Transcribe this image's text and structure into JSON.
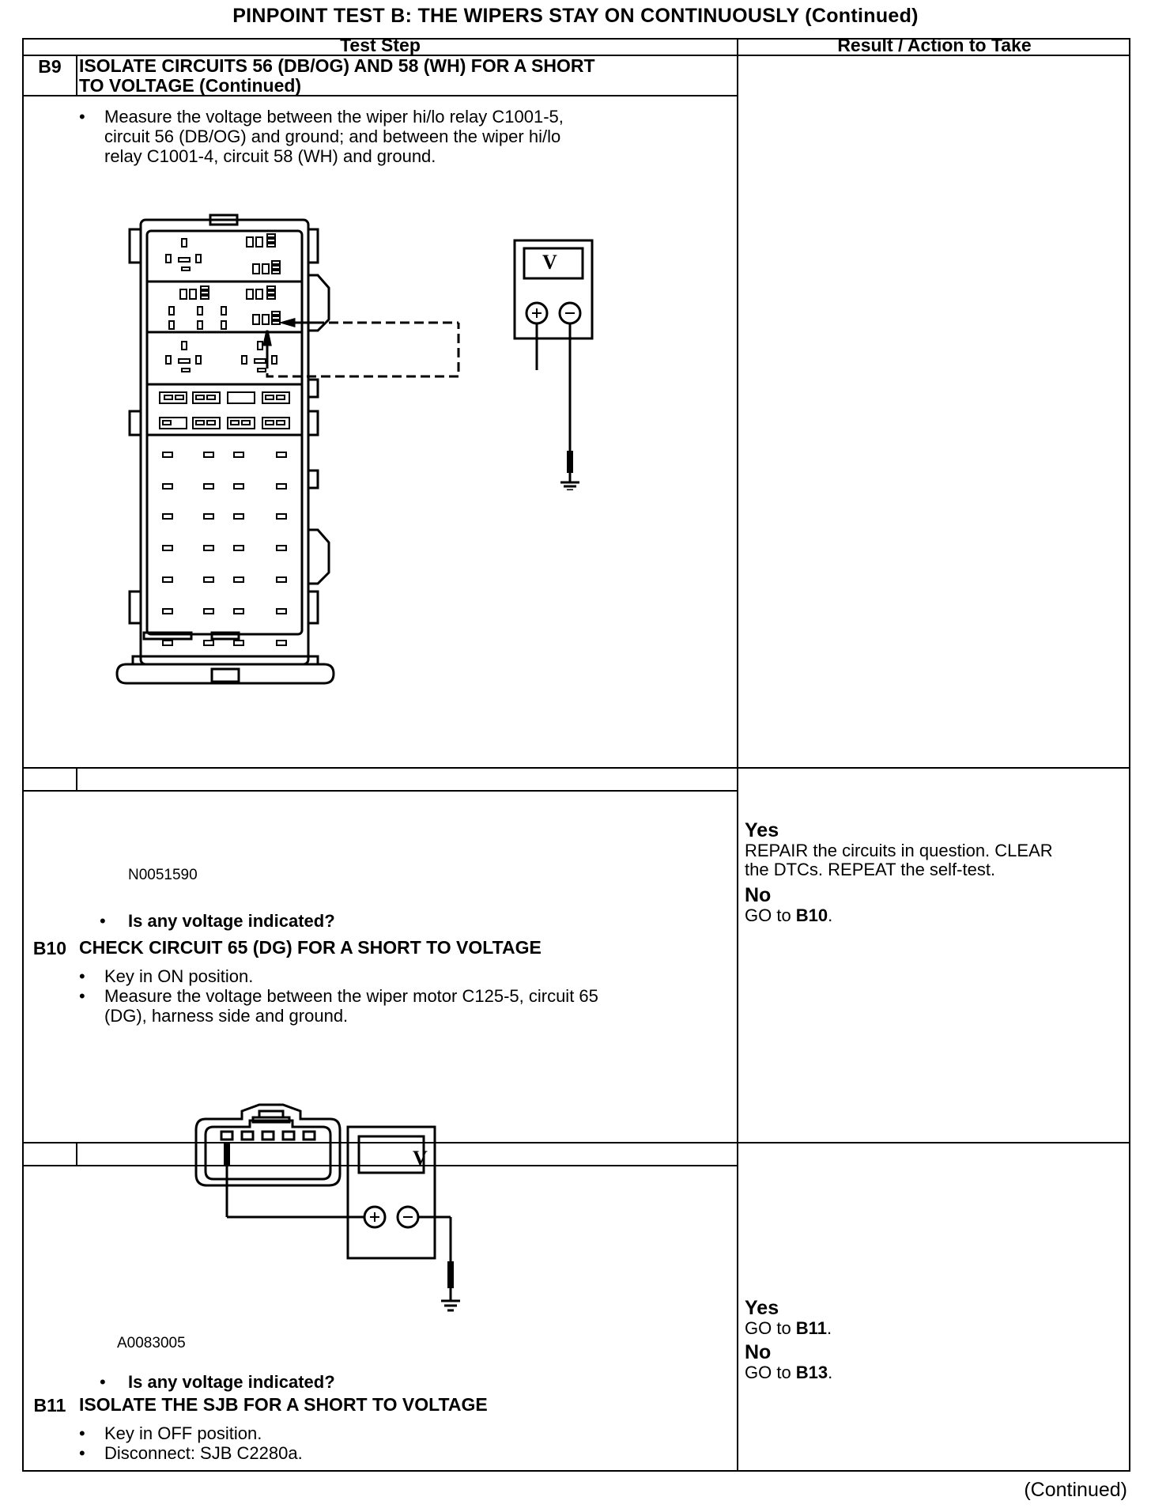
{
  "page": {
    "title": "PINPOINT TEST  B: THE WIPERS STAY ON CONTINUOUSLY (Continued)",
    "continued": "(Continued)"
  },
  "table": {
    "headers": {
      "test_step": "Test Step",
      "result": "Result / Action to Take"
    },
    "steps": [
      {
        "id": "B9",
        "title_line1": "ISOLATE CIRCUITS 56 (DB/OG) AND 58 (WH) FOR A SHORT",
        "title_line2": "TO VOLTAGE (Continued)",
        "bullets": [
          "Measure the voltage between the wiper hi/lo relay C1001-5,",
          "circuit 56 (DB/OG) and ground; and between the wiper hi/lo",
          "relay C1001-4, circuit 58 (WH) and ground."
        ],
        "meter_label": "V",
        "figure_id": "N0051590",
        "question": "Is any voltage indicated?",
        "yes_label": "Yes",
        "yes_line1": "REPAIR the circuits in question. CLEAR",
        "yes_line2": "the DTCs. REPEAT the self-test.",
        "no_label": "No",
        "no_prefix": "GO to ",
        "no_target": "B10",
        "no_suffix": "."
      },
      {
        "id": "B10",
        "title_line1": "CHECK CIRCUIT 65 (DG) FOR A SHORT TO VOLTAGE",
        "bullet1": "Key in ON position.",
        "bullet2_line1": "Measure the voltage between the wiper motor C125-5, circuit 65",
        "bullet2_line2": "(DG), harness side and ground.",
        "meter_label": "V",
        "figure_id": "A0083005",
        "question": "Is any voltage indicated?",
        "yes_label": "Yes",
        "yes_prefix": "GO to ",
        "yes_target": "B11",
        "yes_suffix": ".",
        "no_label": "No",
        "no_prefix": "GO to ",
        "no_target": "B13",
        "no_suffix": "."
      },
      {
        "id": "B11",
        "title_line1": "ISOLATE THE SJB FOR A SHORT TO VOLTAGE",
        "bullet1": "Key in OFF position.",
        "bullet2": "Disconnect: SJB C2280a."
      }
    ]
  }
}
